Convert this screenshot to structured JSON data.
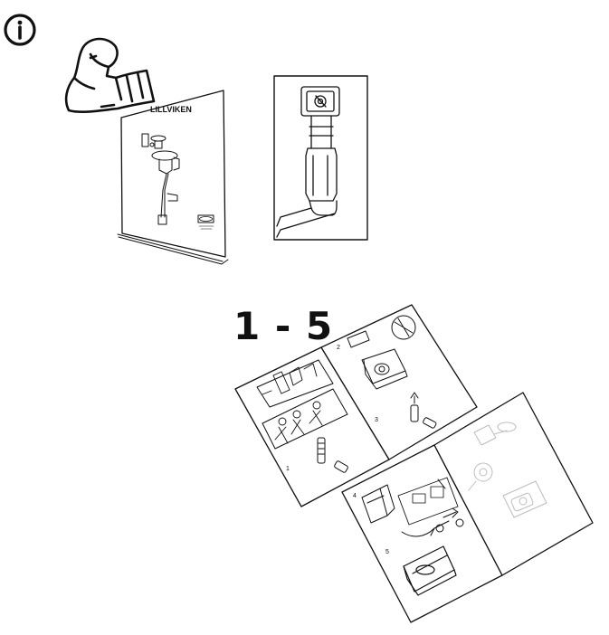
{
  "page": {
    "info_icon": "info-circle-icon",
    "booklet_title": "LILLVIKEN",
    "steps_label": "1 - 5",
    "step_numbers": [
      "1",
      "2",
      "3",
      "4",
      "5"
    ]
  },
  "colors": {
    "ink": "#111111",
    "paper": "#ffffff",
    "faded": "#bdbdbd"
  }
}
